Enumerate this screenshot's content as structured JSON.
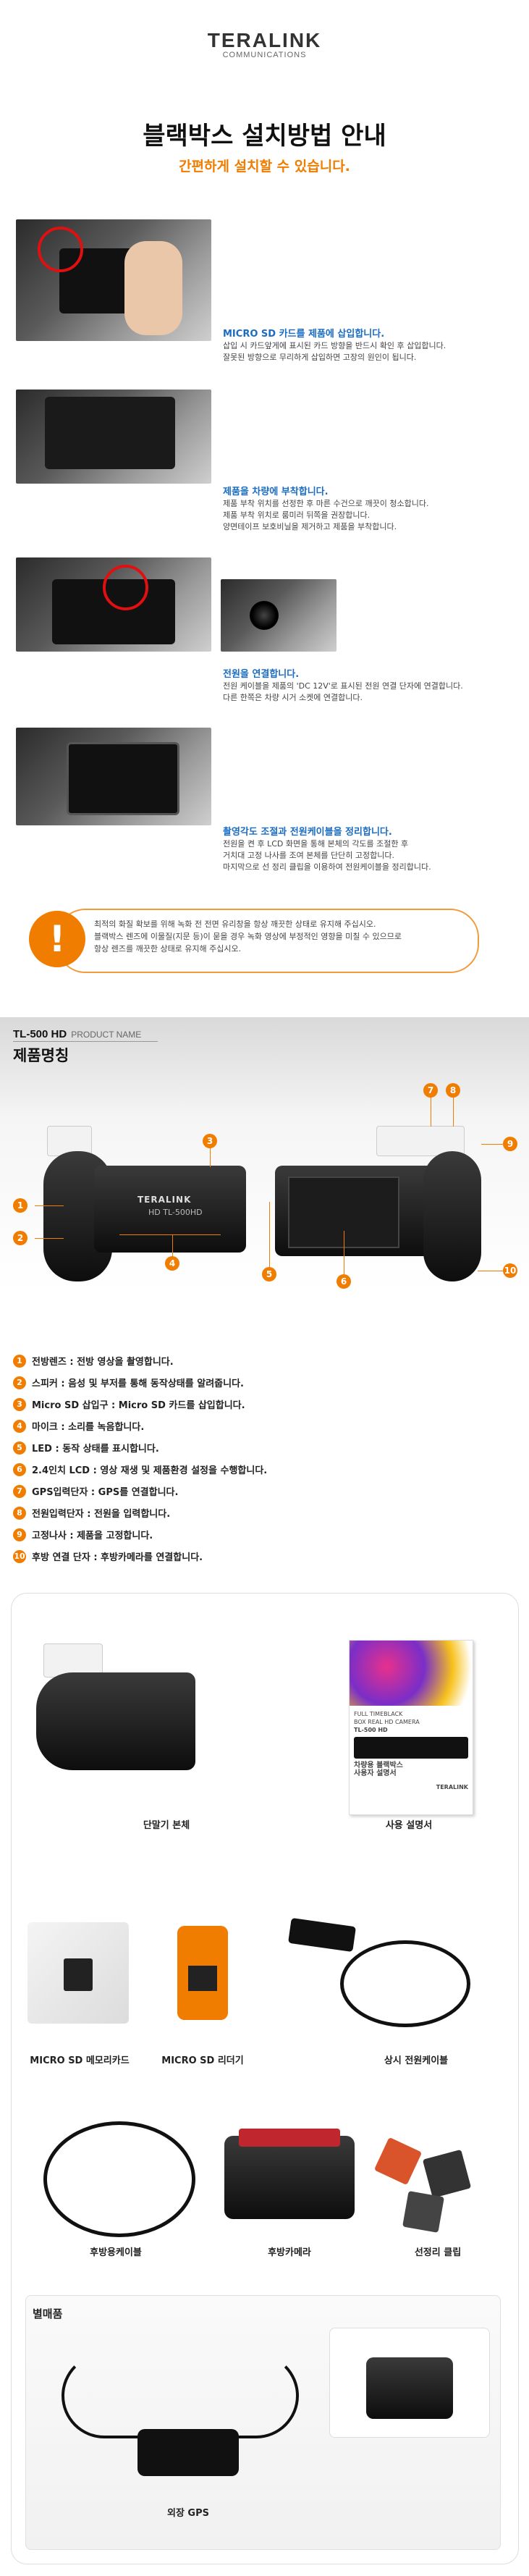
{
  "header": {
    "brand": "TERALINK",
    "brand_sub": "COMMUNICATIONS",
    "title": "블랙박스 설치방법 안내",
    "subtitle": "간편하게 설치할 수 있습니다."
  },
  "steps": [
    {
      "title": "MICRO SD 카드를 제품에 삽입합니다.",
      "lines": [
        "삽입 시 카드앞게에 표시된 카드 방향을 반드시 확인 후 삽입합니다.",
        "잘못된 방향으로 무리하게 삽입하면 고장의 원인이 됩니다."
      ]
    },
    {
      "title": "제품을 차량에 부착합니다.",
      "lines": [
        "제품 부착 위치를 선정한 후 마른 수건으로 깨끗이 청소합니다.",
        "제품 부착 위치로 룸미러 뒤쪽을 권장합니다.",
        "양면테이프 보호비닐을 제거하고 제품을 부착합니다."
      ]
    },
    {
      "title": "전원을 연결합니다.",
      "lines": [
        "전원 케이블을 제품의 'DC 12V'로 표시된 전원 연결 단자에 연결합니다.",
        "다른 한쪽은 차량 시거 소켓에 연결합니다."
      ]
    },
    {
      "title": "촬영각도 조절과 전원케이블을 정리합니다.",
      "lines": [
        "전원을 켠 후 LCD 화면을 통해 본체의 각도를 조절한 후",
        "거치대 고정 나사를 조여 본체를 단단히 고정합니다.",
        "마지막으로 선 정리 클립을 이용하여 전원케이블을 정리합니다."
      ]
    }
  ],
  "notice": {
    "icon": "exclamation-icon",
    "lines": [
      "최적의 화질 확보를 위해 녹화 전 전면 유리창을 항상 깨끗한 상태로 유지해 주십시오.",
      "블랙박스 렌즈에 이물질(지문 등)이 묻을 경우 녹화 영상에 부정적인 영향을 미칠 수 있으므로",
      "항상 렌즈를 깨끗한 상태로 유지해 주십시오."
    ]
  },
  "product_names": {
    "model": "TL-500 HD",
    "model_label": "PRODUCT NAME",
    "title": "제품명칭",
    "device_brand": "TERALINK",
    "device_model": "HD TL-500HD",
    "callouts": [
      "1",
      "2",
      "3",
      "4",
      "5",
      "6",
      "7",
      "8",
      "9",
      "10"
    ],
    "legend": [
      {
        "n": "1",
        "text": "전방렌즈 : 전방 영상을 촬영합니다."
      },
      {
        "n": "2",
        "text": "스피커 : 음성 및 부저를 통해 동작상태를 알려줍니다."
      },
      {
        "n": "3",
        "text": "Micro SD 삽입구 : Micro SD 카드를 삽입합니다."
      },
      {
        "n": "4",
        "text": "마이크 : 소리를 녹음합니다."
      },
      {
        "n": "5",
        "text": "LED : 동작 상태를 표시합니다."
      },
      {
        "n": "6",
        "text": "2.4인치 LCD : 영상 재생 및 제품환경 설정을 수행합니다."
      },
      {
        "n": "7",
        "text": "GPS입력단자 : GPS를 연결합니다."
      },
      {
        "n": "8",
        "text": "전원입력단자 : 전원을 입력합니다."
      },
      {
        "n": "9",
        "text": "고정나사 : 제품을 고정합니다."
      },
      {
        "n": "10",
        "text": "후방 연결 단자 : 후방카메라를 연결합니다."
      }
    ]
  },
  "components": {
    "items": [
      "단말기 본체",
      "사용 설명서",
      "MICRO SD 메모리카드",
      "MICRO SD 리더기",
      "상시 전원케이블",
      "후방용케이블",
      "후방카메라",
      "선정리 클립"
    ],
    "manual_cover": [
      "FULL TIMEBLACK",
      "BOX REAL HD CAMERA",
      "TL-500 HD",
      "차량용 블랙박스",
      "사용자 설명서",
      "TERALINK"
    ],
    "extra_title": "별매품",
    "extra_item": "외장 GPS"
  },
  "colors": {
    "accent": "#f07c00",
    "blue": "#1a6cc2"
  }
}
